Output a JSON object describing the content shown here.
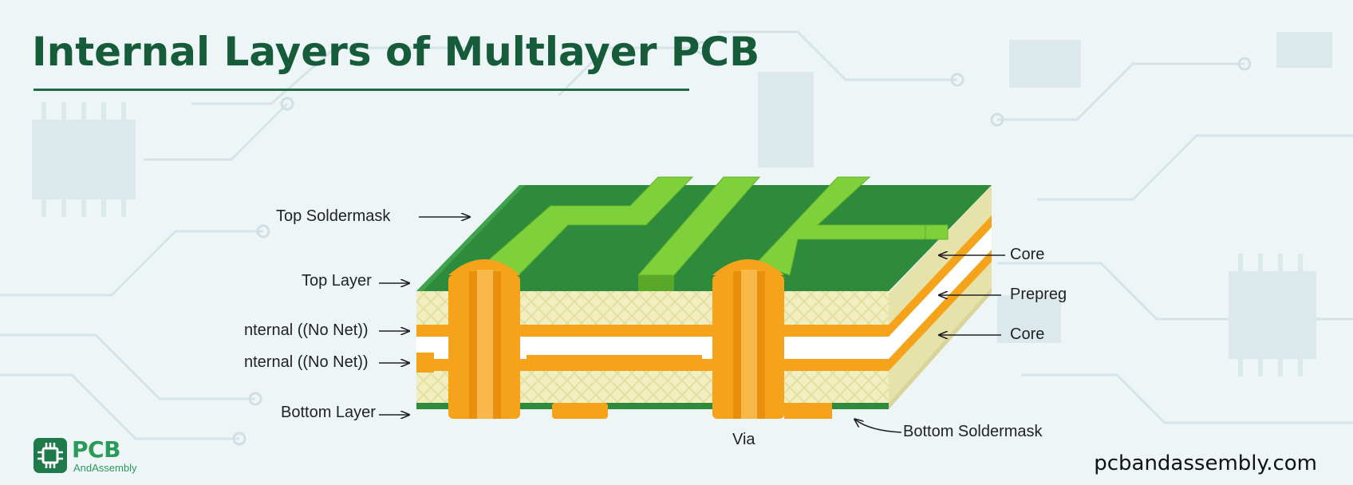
{
  "title": "Internal Layers of Multlayer PCB",
  "labels": {
    "top_soldermask": "Top Soldermask",
    "top_layer": "Top Layer",
    "internal_1": "nternal   ((No Net))",
    "internal_2": "nternal   ((No Net))",
    "bottom_layer": "Bottom Layer",
    "core_top": "Core",
    "prepreg": "Prepreg",
    "core_bottom": "Core",
    "via": "Via",
    "bottom_soldermask": "Bottom Soldermask"
  },
  "logo": {
    "main": "PCB",
    "sub": "AndAssembly"
  },
  "website": "pcbandassembly.com",
  "colors": {
    "soldermask": "#2e8b3c",
    "trace": "#7fd13b",
    "copper": "#f5a31a",
    "substrate": "#f1efc2",
    "title": "#175c3a"
  }
}
